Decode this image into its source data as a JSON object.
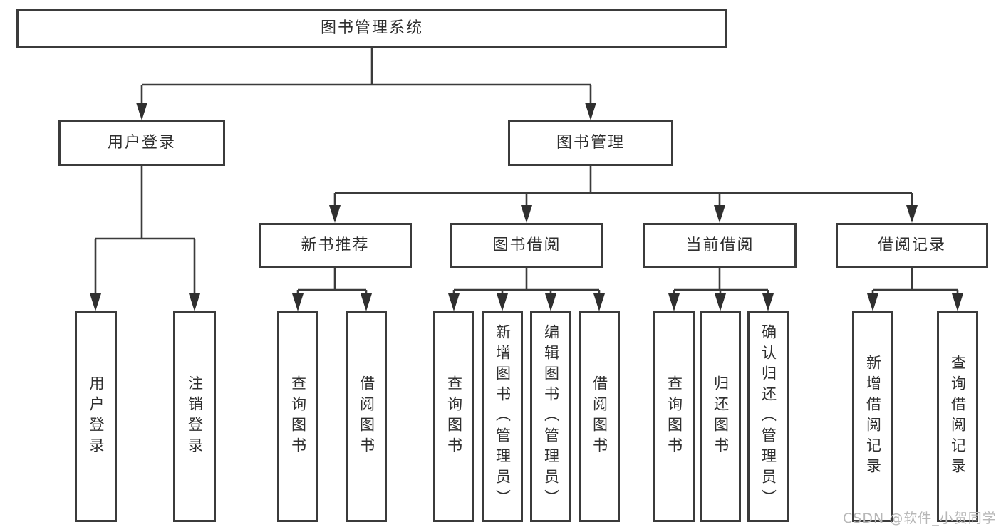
{
  "diagram": {
    "title": "图书管理系统",
    "root": {
      "label": "图书管理系统"
    },
    "level2": {
      "user_login_group": {
        "label": "用户登录"
      },
      "book_management": {
        "label": "图书管理"
      }
    },
    "level3": {
      "new_book_recommend": {
        "label": "新书推荐"
      },
      "book_borrow": {
        "label": "图书借阅"
      },
      "current_borrow": {
        "label": "当前借阅"
      },
      "borrow_records": {
        "label": "借阅记录"
      }
    },
    "leaves": {
      "user_login": {
        "label": "用户登录"
      },
      "logout_login": {
        "label": "注销登录"
      },
      "rec_query_books": {
        "label": "查询图书"
      },
      "rec_borrow_books": {
        "label": "借阅图书"
      },
      "bb_query_books": {
        "label": "查询图书"
      },
      "bb_add_books": {
        "label": "新增图书（管理员）"
      },
      "bb_edit_books": {
        "label": "编辑图书（管理员）"
      },
      "bb_borrow_books": {
        "label": "借阅图书"
      },
      "cb_query_books": {
        "label": "查询图书"
      },
      "cb_return_books": {
        "label": "归还图书"
      },
      "cb_confirm_return": {
        "label": "确认归还（管理员）"
      },
      "br_add_record": {
        "label": "新增借阅记录"
      },
      "br_query_record": {
        "label": "查询借阅记录"
      }
    },
    "watermark": "CSDN @软件_小贺同学",
    "colors": {
      "line": "#3b3b3b",
      "text": "#2f2f2f",
      "watermark": "#b7b7b7",
      "background": "#ffffff"
    }
  }
}
